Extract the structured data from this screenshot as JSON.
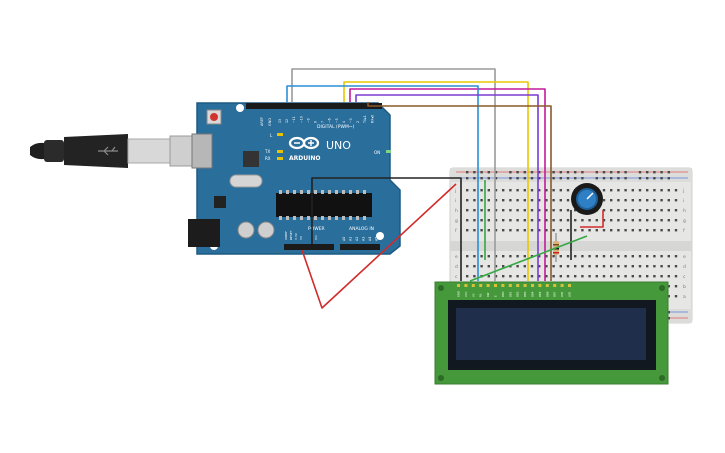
{
  "arduino": {
    "brand": "ARDUINO",
    "model": "UNO",
    "digital_header": "DIGITAL (PWM~)",
    "analog_header": "ANALOG IN",
    "power_header": "POWER",
    "aref": "AREF",
    "gnd": "GND",
    "led_l": "L",
    "led_tx": "TX",
    "led_rx": "RX",
    "led_on": "ON",
    "ioref": "IOREF",
    "reset": "RESET",
    "v33": "3.3V",
    "v5": "5V",
    "vin": "Vin",
    "analog_pins": [
      "A0",
      "A1",
      "A2",
      "A3",
      "A4",
      "A5"
    ],
    "digital_pins": [
      "13",
      "12",
      "~11",
      "~10",
      "~9",
      "8",
      "7",
      "~6",
      "~5",
      "4",
      "~3",
      "2",
      "TX▸1",
      "RX◂0"
    ]
  },
  "breadboard": {
    "row_letters_left": [
      "j",
      "i",
      "h",
      "g",
      "f",
      "e",
      "d",
      "c",
      "b",
      "a"
    ],
    "row_letters_right": [
      "j",
      "i",
      "h",
      "g",
      "f",
      "e",
      "d",
      "c",
      "b",
      "a"
    ]
  },
  "lcd": {
    "pin_labels": [
      "GND",
      "VCC",
      "V0",
      "RS",
      "RW",
      "E",
      "DB0",
      "DB1",
      "DB2",
      "DB3",
      "DB4",
      "DB5",
      "DB6",
      "DB7",
      "LED",
      "LED"
    ]
  },
  "colors": {
    "board": "#2a6e9c",
    "breadboard": "#e6e6e4",
    "lcd_pcb": "#46993b",
    "lcd_screen": "#1f2f4b",
    "wire_gray": "#9a9a9a",
    "wire_yellow": "#e8c800",
    "wire_magenta": "#c21a9b",
    "wire_brown": "#8a5a2b",
    "wire_blue": "#2a8fd6",
    "wire_black": "#222222",
    "wire_red": "#d12b2b",
    "wire_green": "#35a845"
  },
  "icons": [
    "usb-cable-icon",
    "reset-button-icon",
    "arduino-infinity-logo-icon",
    "potentiometer-icon",
    "resistor-icon"
  ]
}
